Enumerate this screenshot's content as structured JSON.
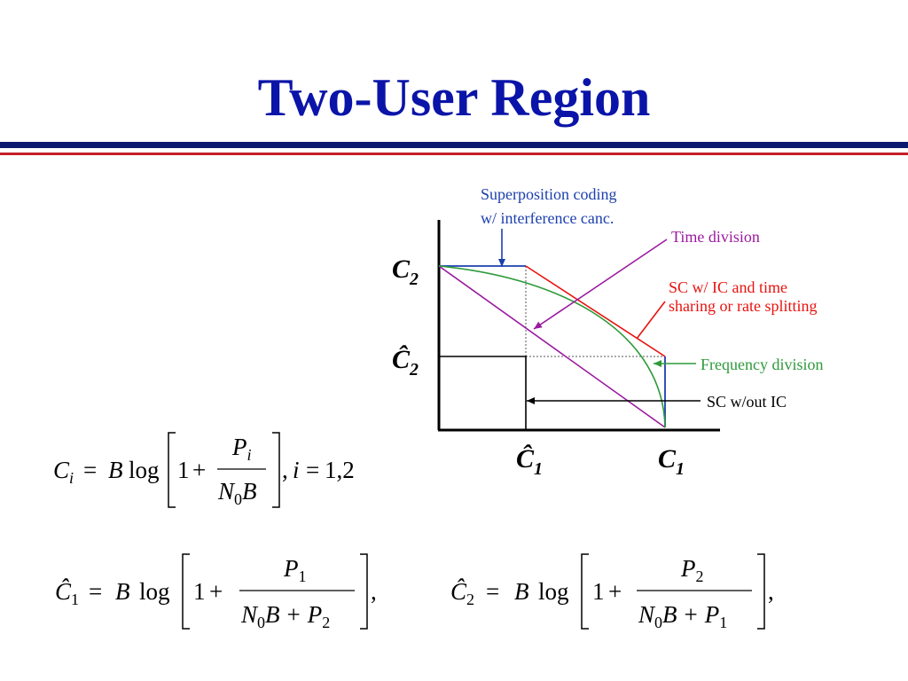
{
  "title": "Two-User Region",
  "colors": {
    "title": "#0a14a8",
    "rule_navy": "#0b1a6e",
    "rule_red": "#c4202a",
    "superposition": "#1c3fae",
    "time_division": "#9b1aa0",
    "sc_time_sharing": "#e8120e",
    "frequency_division": "#2e9a3a",
    "sc_without_ic": "#000000"
  },
  "annotations": {
    "superposition_line1": "Superposition coding",
    "superposition_line2": "w/ interference canc.",
    "time_division": "Time division",
    "sc_time_sharing_line1": "SC w/ IC and time",
    "sc_time_sharing_line2": "sharing or rate splitting",
    "frequency_division": "Frequency division",
    "sc_without_ic": "SC w/out IC"
  },
  "axis_labels": {
    "c2": {
      "base": "C",
      "sub": "2"
    },
    "c2_hat": {
      "base": "Ĉ",
      "sub": "2"
    },
    "c1_hat": {
      "base": "Ĉ",
      "sub": "1"
    },
    "c1": {
      "base": "C",
      "sub": "1"
    }
  },
  "equations": {
    "eq1": {
      "lhs_base": "C",
      "lhs_sub": "i",
      "eq": "=",
      "b": "B",
      "log": "log",
      "one": "1",
      "plus": "+",
      "num_base": "P",
      "num_sub": "i",
      "den_n": "N",
      "den_n_sub": "0",
      "den_b": "B",
      "tail": ",",
      "i_label": "i",
      "tail_eq": "=",
      "tail_values": "1,2"
    },
    "eq2": {
      "lhs_base": "Ĉ",
      "lhs_sub": "1",
      "eq": "=",
      "b": "B",
      "log": "log",
      "one": "1",
      "plus": "+",
      "num_base": "P",
      "num_sub": "1",
      "den_n": "N",
      "den_n_sub": "0",
      "den_b": "B",
      "den_plus": "+",
      "den_p": "P",
      "den_p_sub": "2",
      "tail": ","
    },
    "eq3": {
      "lhs_base": "Ĉ",
      "lhs_sub": "2",
      "eq": "=",
      "b": "B",
      "log": "log",
      "one": "1",
      "plus": "+",
      "num_base": "P",
      "num_sub": "2",
      "den_n": "N",
      "den_n_sub": "0",
      "den_b": "B",
      "den_plus": "+",
      "den_p": "P",
      "den_p_sub": "1",
      "tail": ","
    }
  }
}
